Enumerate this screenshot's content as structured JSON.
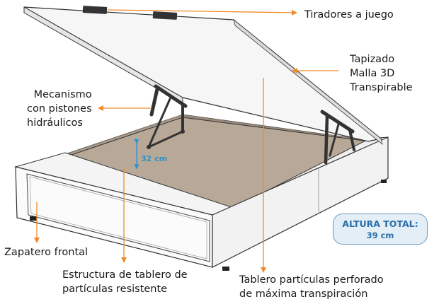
{
  "labels": {
    "handles": "Tiradores a juego",
    "upholstery": [
      "Tapizado",
      "Malla 3D",
      "Transpirable"
    ],
    "mechanism": [
      "Mecanismo",
      "con pistones",
      "hidráulicos"
    ],
    "front_storage": "Zapatero frontal",
    "frame": [
      "Estructura de tablero de",
      "partículas resistente"
    ],
    "base_board": [
      "Tablero partículas perforado",
      "de máxima transpiración"
    ]
  },
  "dimensions": {
    "opening_height": "32 cm",
    "total_height_title": "ALTURA TOTAL:",
    "total_height_value": "39 cm"
  },
  "colors": {
    "callout_arrow": "#f08a2a",
    "dimension_text": "#2a92c8",
    "badge_fill": "#e3eef7",
    "badge_border": "#6b9fc4",
    "interior": "#b8a898",
    "outline": "#333333",
    "piston": "#333333"
  }
}
